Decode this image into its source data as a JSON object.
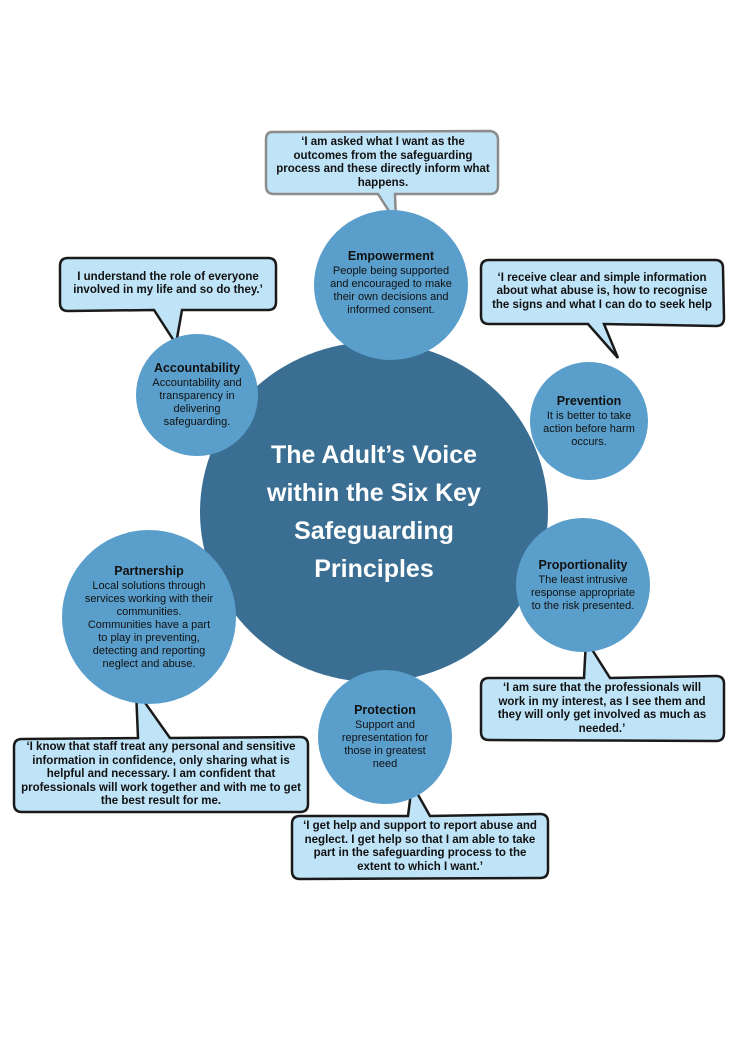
{
  "title": "The Adult’s Voice within the Six Key Safeguarding Principles",
  "colors": {
    "center_fill": "#3a6f93",
    "principle_fill": "#5a9ecb",
    "bubble_fill": "#bfe3f7",
    "bubble_stroke": "#1a1a1a",
    "empowerment_bubble_stroke": "#8c8c8c"
  },
  "principles": [
    {
      "name": "Empowerment",
      "description": "People being supported and encouraged to make their own decisions and informed consent."
    },
    {
      "name": "Prevention",
      "description": "It is better to take action before harm occurs."
    },
    {
      "name": "Proportionality",
      "description": "The least intrusive response appropriate to the risk presented."
    },
    {
      "name": "Protection",
      "description": "Support and representation for those in greatest need"
    },
    {
      "name": "Partnership",
      "description": "Local solutions through services working with their communities. Communities have a part to play in preventing, detecting and reporting neglect and abuse."
    },
    {
      "name": "Accountability",
      "description": "Accountability and transparency in delivering safeguarding."
    }
  ],
  "quotes": [
    "‘I am asked what I want as the outcomes from the safeguarding process and these directly inform what happens.",
    "‘I receive clear and simple information about what abuse is, how to recognise the signs and what I can do to seek help",
    "‘I am sure that the professionals will work in my interest, as I see them and they will only get involved as much as needed.’",
    "‘I get help and support to report abuse and neglect. I get help so that I am able to take part in the safeguarding process to the extent to which I want.’",
    "‘I know that staff treat any personal and sensitive information in confidence, only sharing what is helpful and necessary. I am confident that professionals will work together and with me to get the best result for me.",
    "I understand the role of everyone involved in my life and so do they.’"
  ]
}
